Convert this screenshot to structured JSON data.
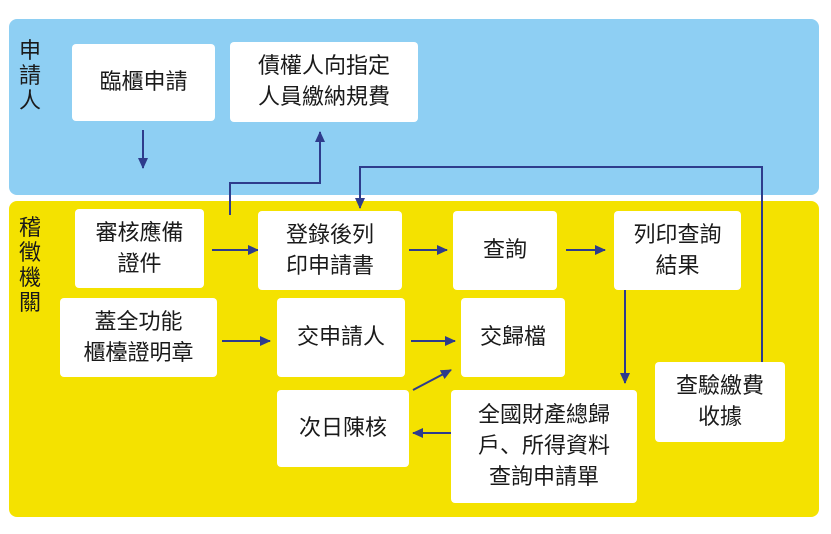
{
  "colors": {
    "applicant_lane": "#8ecff3",
    "agency_lane": "#f4e200",
    "arrow": "#2e3c8c",
    "box": "#ffffff"
  },
  "lanes": {
    "applicant": "申請人",
    "agency": "稽徵機關"
  },
  "boxes": {
    "counter_apply": [
      "臨櫃申請"
    ],
    "creditor_pay": [
      "債權人向指定",
      "人員繳納規費"
    ],
    "review_docs": [
      "審核應備",
      "證件"
    ],
    "register_print": [
      "登錄後列",
      "印申請書"
    ],
    "query": [
      "查詢"
    ],
    "print_result": [
      "列印查詢",
      "結果"
    ],
    "seal_cert": [
      "蓋全功能",
      "櫃檯證明章"
    ],
    "deliver_applicant": [
      "交申請人"
    ],
    "deliver_archive": [
      "交歸檔"
    ],
    "next_day_review": [
      "次日陳核"
    ],
    "nationwide_form": [
      "全國財產總歸",
      "戶、所得資料",
      "查詢申請單"
    ],
    "verify_fee": [
      "查驗繳費",
      "收據"
    ]
  }
}
